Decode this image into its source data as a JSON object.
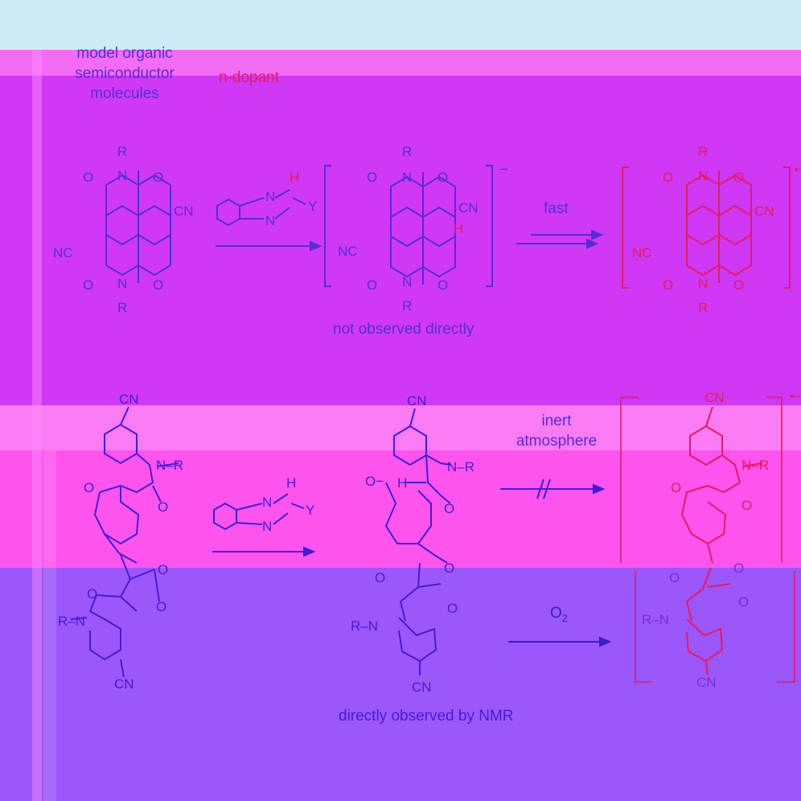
{
  "caption": "model organic semiconductor molecules",
  "dopant_label": "n-dopant",
  "row1": {
    "intermediate_note": "not observed directly",
    "condition": "fast",
    "charge_intermediate": "−",
    "charge_product": "•−"
  },
  "row2": {
    "intermediate_note": "directly observed by NMR",
    "condition_upper": "inert atmosphere",
    "condition_lower": "O2",
    "charge_product": "•−"
  },
  "atoms": {
    "R": "R",
    "N": "N",
    "O": "O",
    "H": "H",
    "Y": "Y",
    "CN": "CN",
    "NC": "NC",
    "O_minus": "O−",
    "R_N": "R–N",
    "N_R": "N–R"
  },
  "colors": {
    "ink_blue": "#5a2ad6",
    "ink_red": "#e21a6a",
    "ink_deep": "#3a1fc6"
  }
}
